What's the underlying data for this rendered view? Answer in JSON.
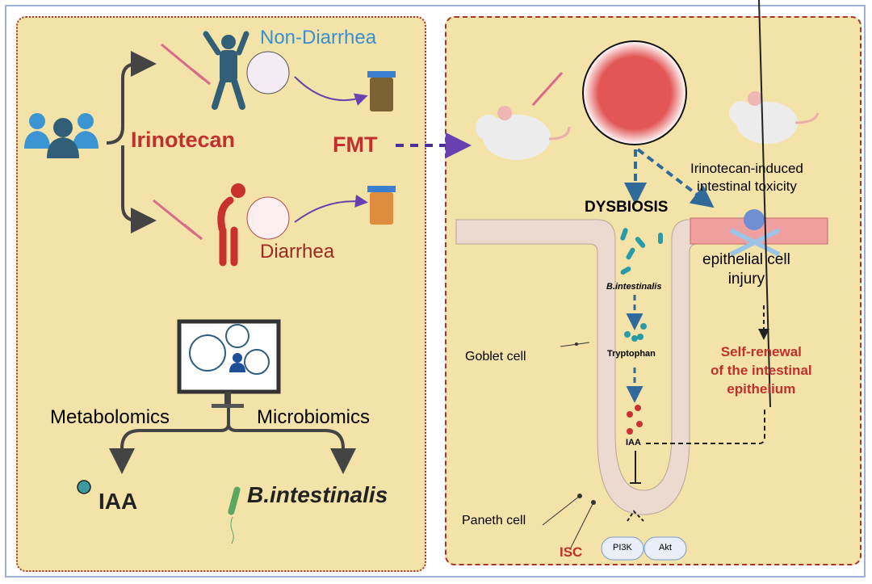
{
  "left_panel": {
    "drug_label": "Irinotecan",
    "group_top": "Non-Diarrhea",
    "group_bottom": "Diarrhea",
    "fmt_label": "FMT",
    "omics_left": "Metabolomics",
    "omics_right": "Microbiomics",
    "result_metabolite": "IAA",
    "result_bacterium": "B.intestinalis"
  },
  "right_panel": {
    "dysbiosis": "DYSBIOSIS",
    "toxicity_line1": "Irinotecan-induced",
    "toxicity_line2": "intestinal toxicity",
    "injury_line1": "epithelial cell",
    "injury_line2": "injury",
    "bacterium": "B.intestinalis",
    "tryptophan": "Tryptophan",
    "iaa": "IAA",
    "renewal_line1": "Self-renewal",
    "renewal_line2": "of the intestinal",
    "renewal_line3": "epithelium",
    "goblet": "Goblet cell",
    "paneth": "Paneth cell",
    "isc": "ISC",
    "pi3k": "PI3K",
    "akt": "Akt"
  },
  "colors": {
    "panel_bg": "#f3e3a8",
    "border_red": "#a8322e",
    "title_red": "#c0302c",
    "blue": "#3a8fd0",
    "dark_teal": "#325f78",
    "purple": "#5b3a9a",
    "arrow_blue": "#2f6a9a"
  }
}
